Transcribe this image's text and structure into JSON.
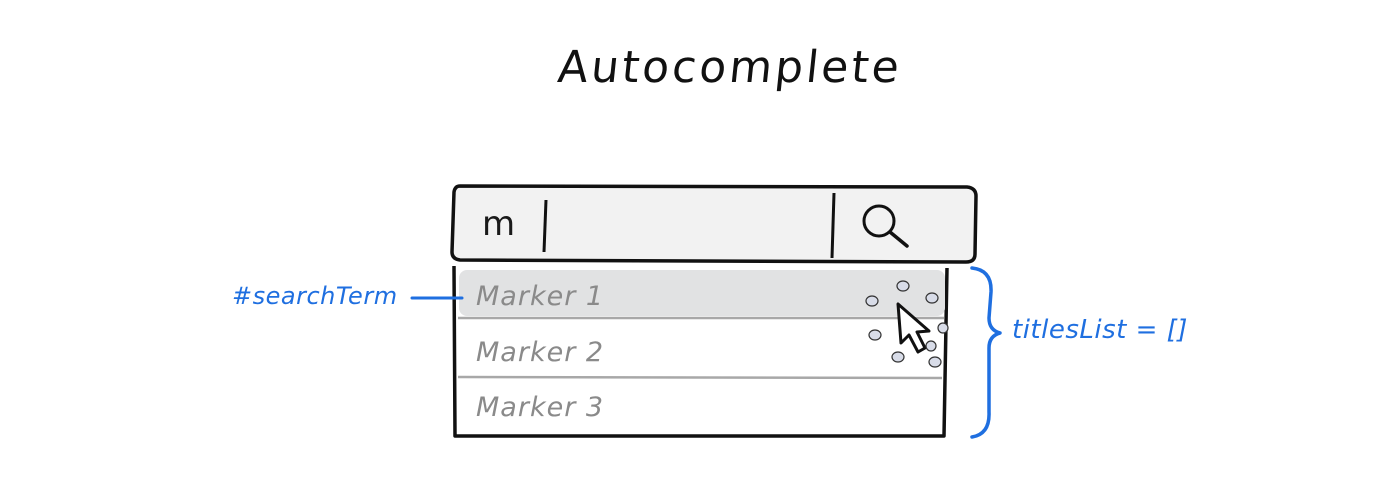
{
  "title": "Autocomplete",
  "search": {
    "typed_value": "m",
    "icon": "search-icon"
  },
  "suggestions": [
    {
      "label": "Marker 1",
      "highlighted": true
    },
    {
      "label": "Marker 2",
      "highlighted": false
    },
    {
      "label": "Marker 3",
      "highlighted": false
    }
  ],
  "annotations": {
    "search_term": "#searchTerm",
    "titles_list": "titlesList = []"
  },
  "colors": {
    "ink": "#111111",
    "annotation": "#1f6fe0",
    "highlight": "#e1e2e3",
    "item_text": "#8a8a8a",
    "field_fill": "#f2f2f2"
  }
}
